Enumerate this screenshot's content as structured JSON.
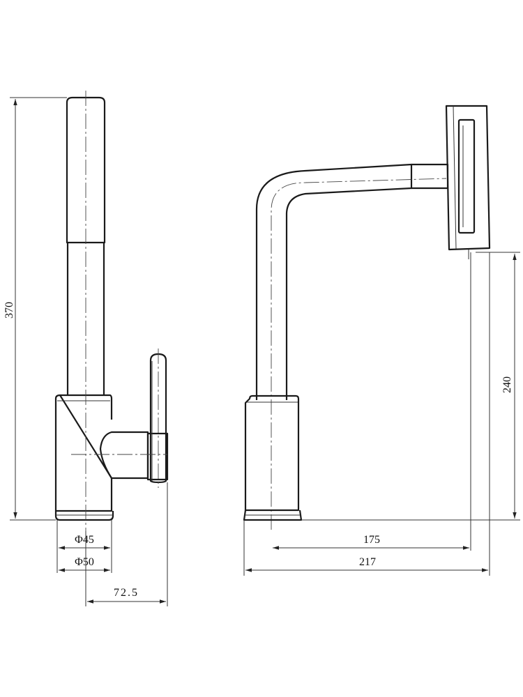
{
  "dimensions": {
    "height_total": "370",
    "spout_height": "240",
    "diameter_inner": "Φ45",
    "diameter_outer": "Φ50",
    "handle_offset": "72.5",
    "reach": "175",
    "overall_reach": "217"
  }
}
